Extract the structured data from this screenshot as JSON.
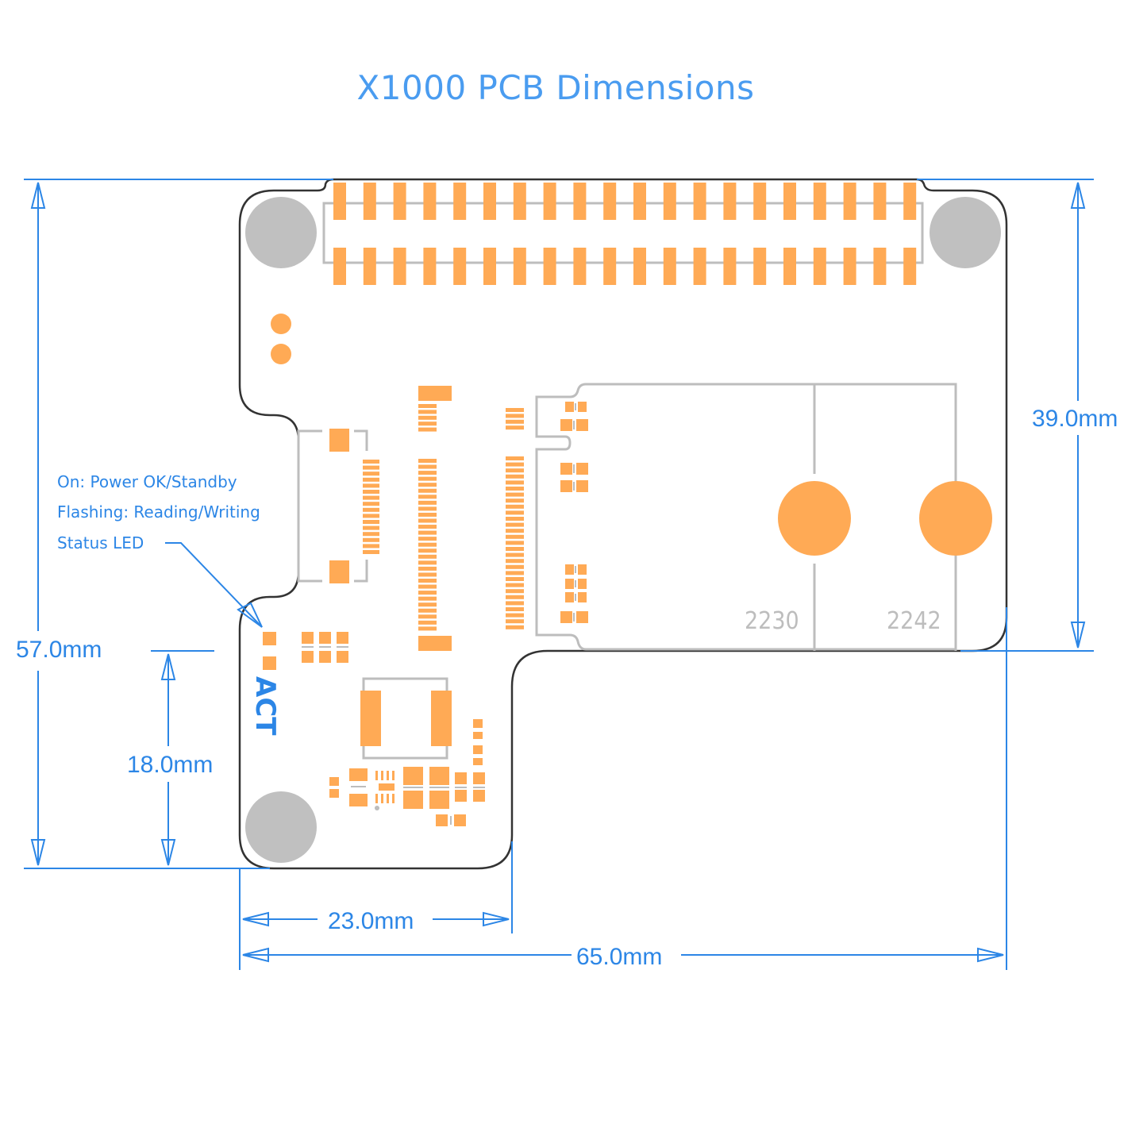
{
  "title": "X1000 PCB Dimensions",
  "colors": {
    "dimension_blue": "#2c86e6",
    "title_blue": "#4a9cf0",
    "pad_orange": "#ffaa55",
    "hole_gray": "#c0c0c0",
    "silk_gray": "#bdbdbd",
    "outline": "#333333"
  },
  "dimensions": {
    "total_height": "57.0mm",
    "right_height": "39.0mm",
    "left_lower_height": "18.0mm",
    "lower_width": "23.0mm",
    "total_width": "65.0mm"
  },
  "led_note": {
    "line1": "On: Power OK/Standby",
    "line2": "Flashing: Reading/Writing",
    "line3": "Status LED",
    "label": "ACT"
  },
  "m2_slot": {
    "sizes": [
      "2230",
      "2242"
    ]
  },
  "gpio_header": {
    "pins_per_row": 20,
    "rows": 2
  }
}
